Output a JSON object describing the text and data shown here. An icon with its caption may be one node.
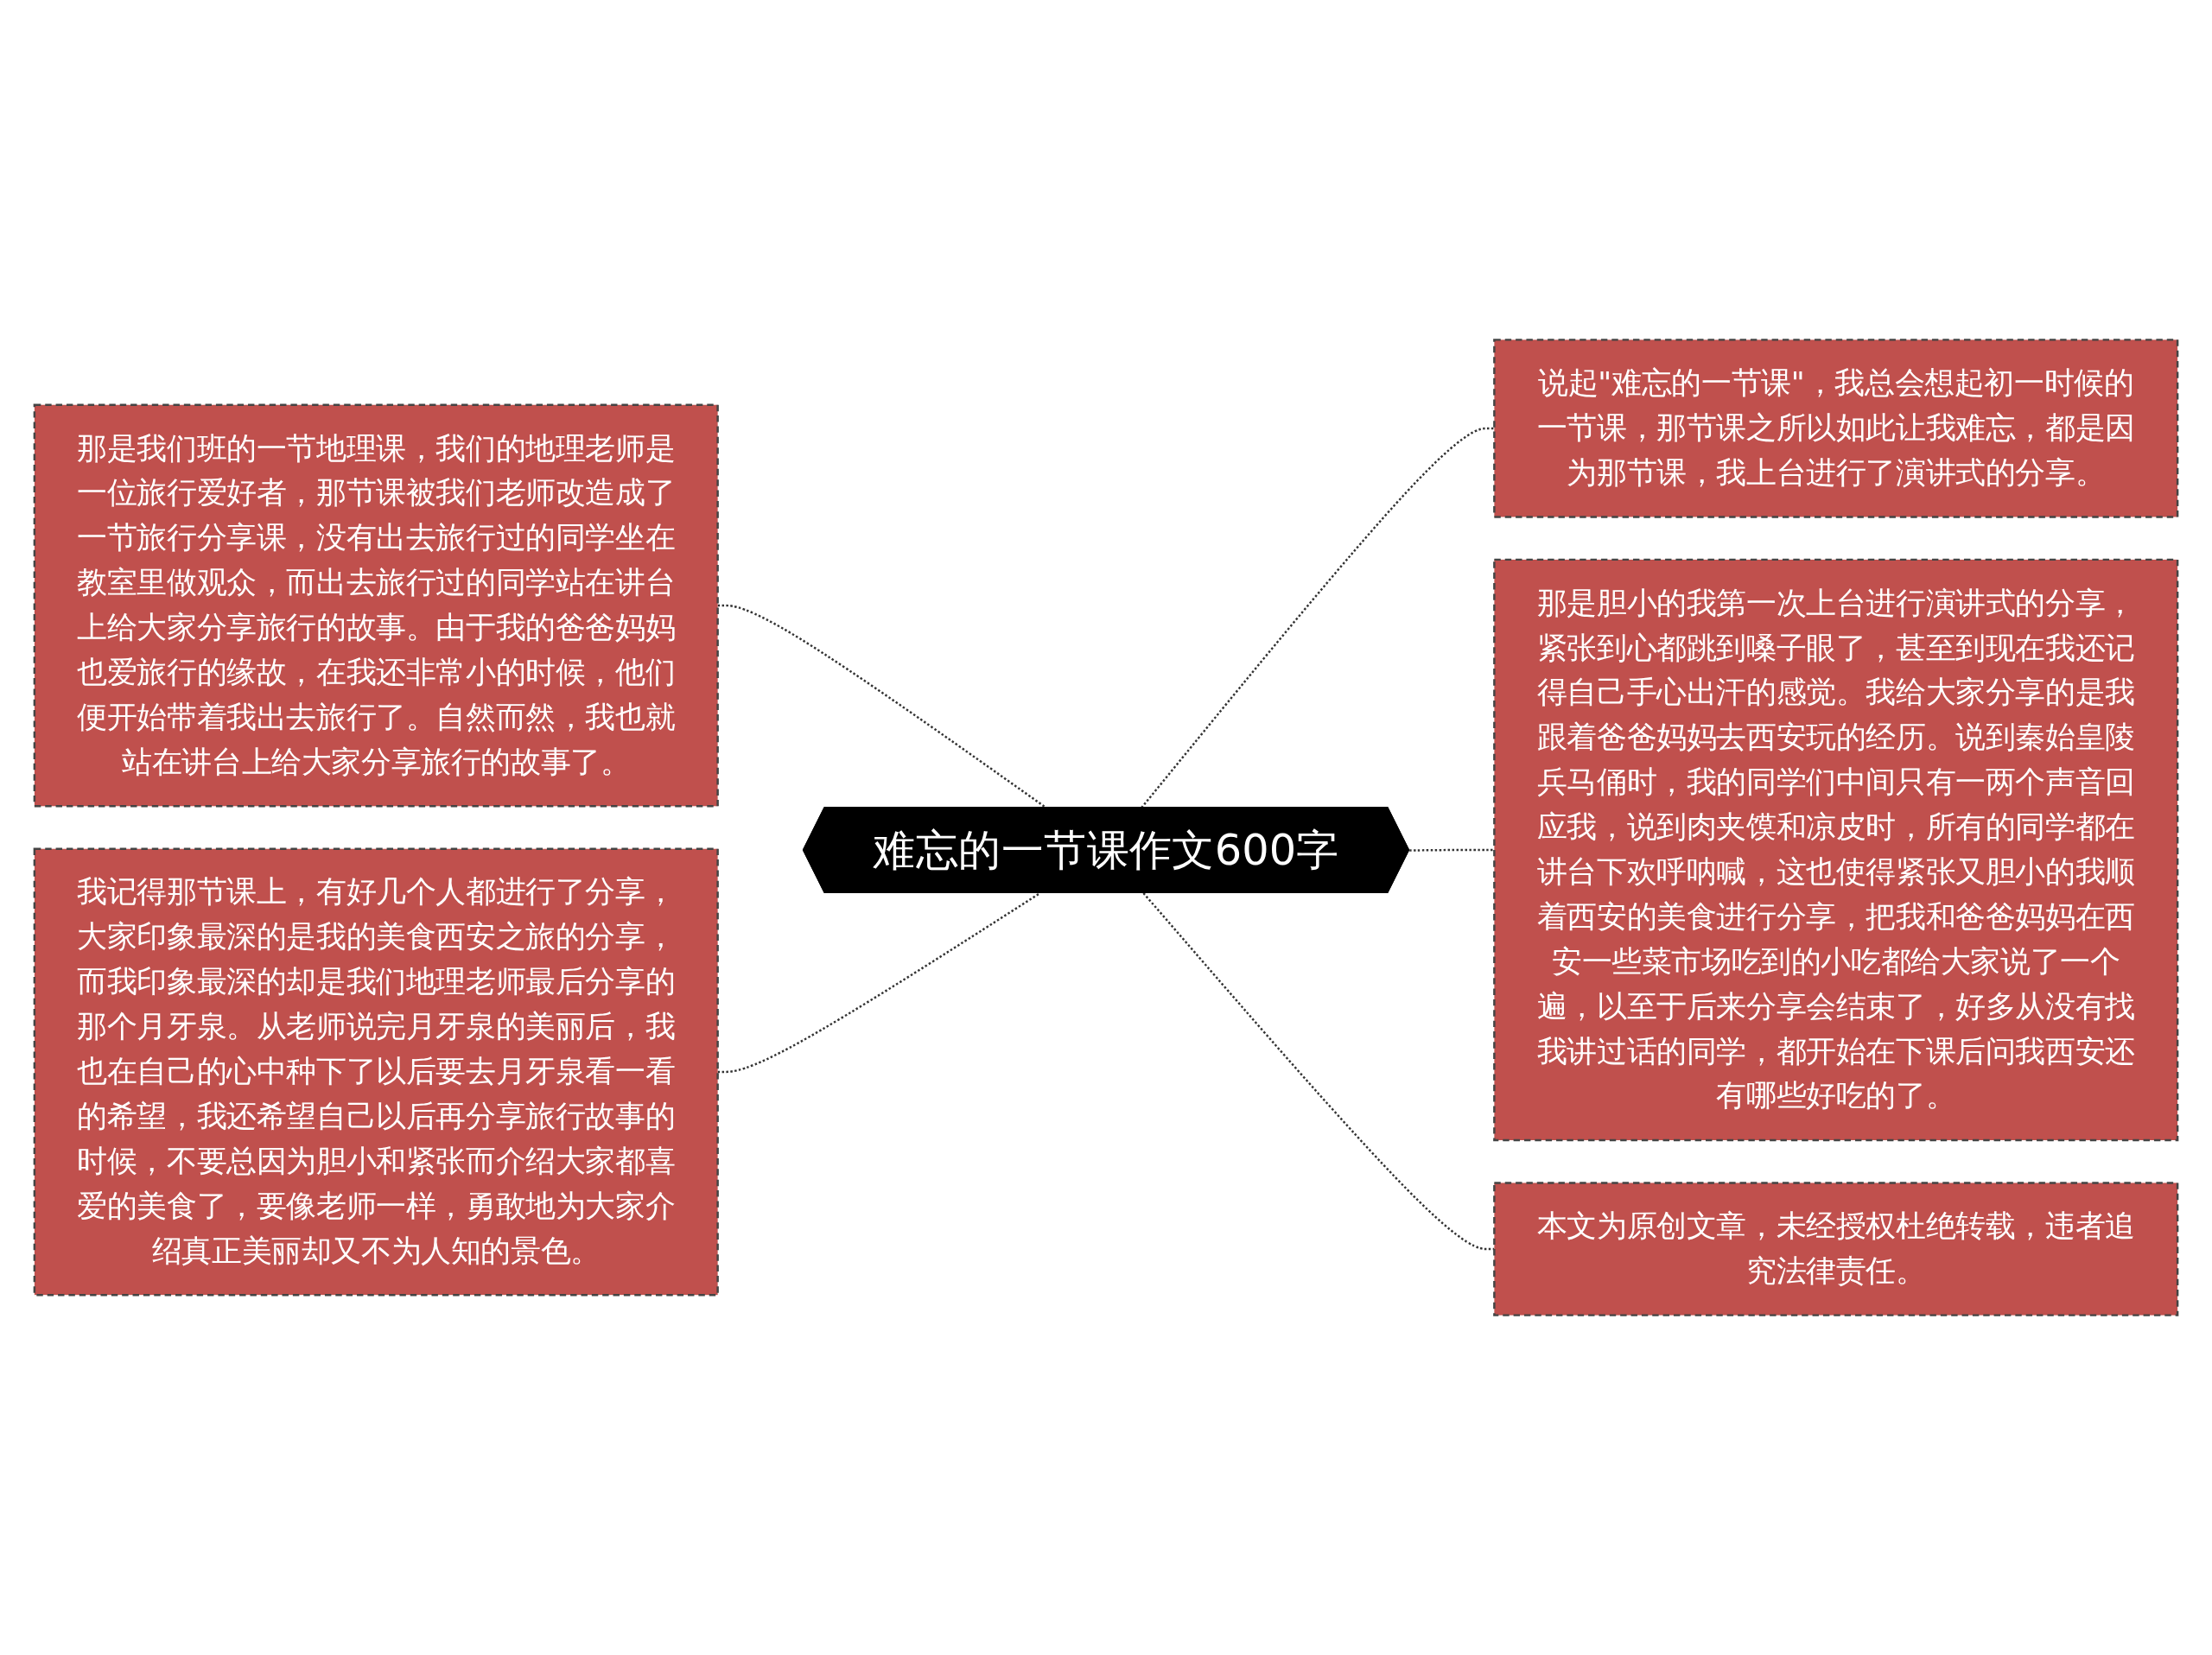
{
  "diagram": {
    "nodes": [
      {
        "text": [
          "难忘的一节课作文600字"
        ]
      },
      {
        "text": [
          "那是我们班的一节地理课，我们的地理老师是一位旅行爱好者，那节课被我们老师改造成了一节旅行分享课，没有出去旅行过的同学坐在教室里做观众，而出去旅行过的同学站在讲台上给大家分享旅行的故事。由于我的爸爸妈妈也爱旅行的缘故，在我还非常小的时候，他们便开始带着我出去旅行了。自然而然，我也就站在讲台上给大家分享旅行的故事了。"
        ]
      },
      {
        "text": [
          "我记得那节课上，有好几个人都进行了分享，大家印象最深的是我的美食西安之旅的分享，而我印象最深的却是我们地理老师最后分享的那个月牙泉。从老师说完月牙泉的美丽后，我也在自己的心中种下了以后要去月牙泉看一看的希望，我还希望自己以后再分享旅行故事的时候，不要总因为胆小和紧张而介绍大家都喜爱的美食了，要像老师一样，勇敢地为大家介绍真正美丽却又不为人知的景色。"
        ]
      },
      {
        "text": [
          "说起\"难忘的一节课\"，我总会想起初一时候的一节课，那节课之所以如此让我难忘，都是因为那节课，我上台进行了演讲式的分享。"
        ]
      },
      {
        "text": [
          "那是胆小的我第一次上台进行演讲式的分享，紧张到心都跳到嗓子眼了，甚至到现在我还记得自己手心出汗的感觉。我给大家分享的是我跟着爸爸妈妈去西安玩的经历。说到秦始皇陵兵马俑时，我的同学们中间只有一两个声音回应我，说到肉夹馍和凉皮时，所有的同学都在讲台下欢呼呐喊，这也使得紧张又胆小的我顺着西安的美食进行分享，把我和爸爸妈妈在西安一些菜市场吃到的小吃都给大家说了一个遍，以至于后来分享会结束了，好多从没有找我讲过话的同学，都开始在下课后问我西安还有哪些好吃的了。"
        ]
      },
      {
        "text": [
          "本文为原创文章，未经授权杜绝转载，违者追究法律责任。"
        ]
      }
    ],
    "edges": [
      {
        "from": 1,
        "to": 0,
        "arrow": "none",
        "style": "dashed"
      },
      {
        "from": 2,
        "to": 0,
        "arrow": "none",
        "style": "dashed"
      },
      {
        "from": 0,
        "to": 3,
        "arrow": "none",
        "style": "dashed"
      },
      {
        "from": 0,
        "to": 4,
        "arrow": "none",
        "style": "dashed"
      },
      {
        "from": 0,
        "to": 5,
        "arrow": "none",
        "style": "dashed"
      }
    ]
  }
}
